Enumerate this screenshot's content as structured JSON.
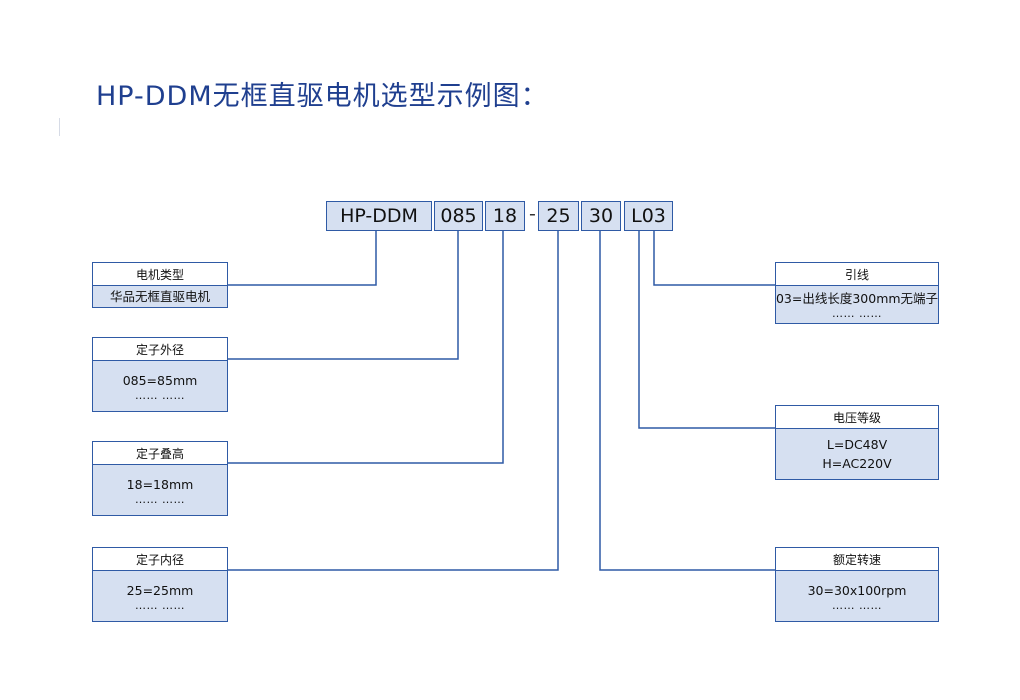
{
  "title": "HP-DDM无框直驱电机选型示例图：",
  "model_code": {
    "segments": [
      "HP-DDM",
      "085",
      "18",
      "25",
      "30",
      "L03"
    ],
    "separator": "-"
  },
  "cards": {
    "motor_type": {
      "header": "电机类型",
      "lines": [
        "华品无框直驱电机"
      ]
    },
    "stator_od": {
      "header": "定子外径",
      "lines": [
        "085=85mm",
        "……     ……"
      ]
    },
    "stator_stack": {
      "header": "定子叠高",
      "lines": [
        "18=18mm",
        "……     ……"
      ]
    },
    "stator_id": {
      "header": "定子内径",
      "lines": [
        "25=25mm",
        "……     ……"
      ]
    },
    "lead": {
      "header": "引线",
      "lines": [
        "03=出线长度300mm无端子",
        "……     ……"
      ]
    },
    "voltage": {
      "header": "电压等级",
      "lines": [
        "L=DC48V",
        "H=AC220V"
      ]
    },
    "speed": {
      "header": "额定转速",
      "lines": [
        "30=30x100rpm",
        "……     ……"
      ]
    }
  },
  "colors": {
    "title": "#1f3f8f",
    "border": "#2f5aa5",
    "fill": "#d6e0f1",
    "connector": "#2f5aa5"
  }
}
